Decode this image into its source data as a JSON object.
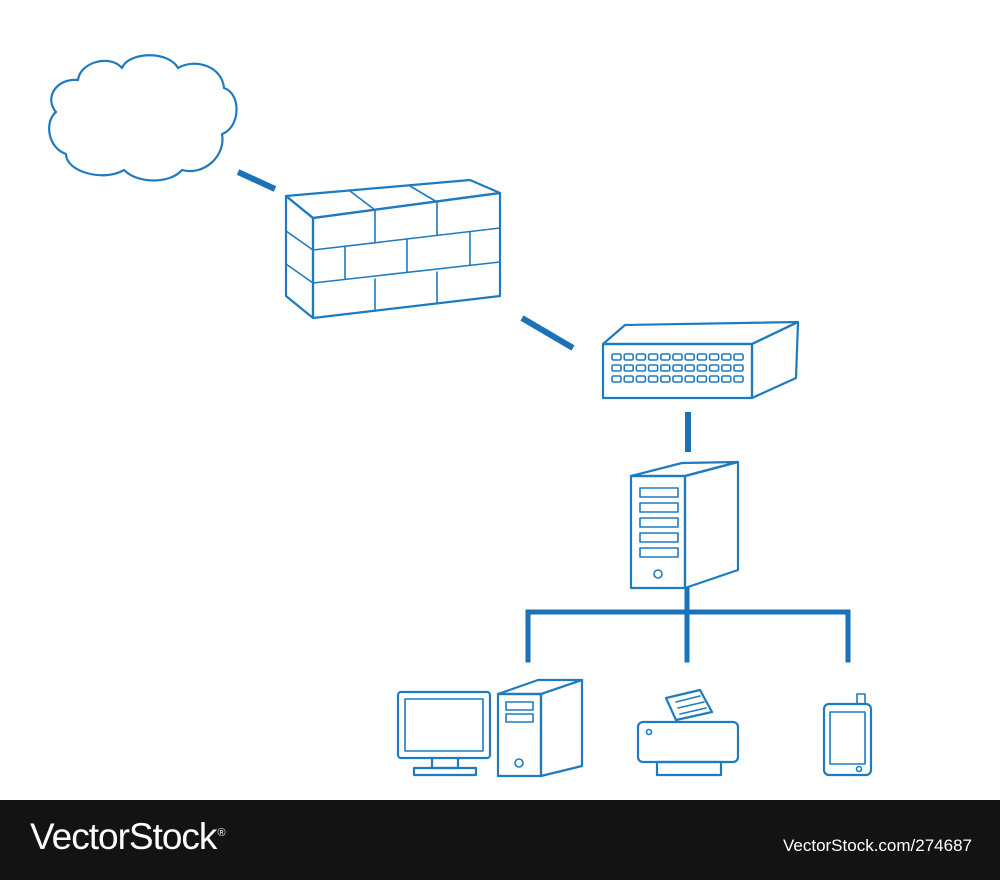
{
  "footer": {
    "brand": "VectorStock",
    "registered_mark": "®",
    "image_id": "VectorStock.com/274687"
  },
  "colors": {
    "sketch_stroke": "#1f7bc0",
    "connector": "#1a72b8",
    "footer_background": "#131313",
    "footer_text": "#ffffff"
  },
  "nodes": [
    {
      "id": "cloud",
      "icon": "cloud-icon"
    },
    {
      "id": "firewall",
      "icon": "brick-wall-icon"
    },
    {
      "id": "switch",
      "icon": "network-switch-icon"
    },
    {
      "id": "server",
      "icon": "server-tower-icon"
    },
    {
      "id": "workstation",
      "icon": "desktop-computer-icon"
    },
    {
      "id": "printer",
      "icon": "printer-icon"
    },
    {
      "id": "mobile",
      "icon": "mobile-device-icon"
    }
  ],
  "edges": [
    {
      "from": "cloud",
      "to": "firewall"
    },
    {
      "from": "firewall",
      "to": "switch"
    },
    {
      "from": "switch",
      "to": "server"
    },
    {
      "from": "server",
      "to": "workstation"
    },
    {
      "from": "server",
      "to": "printer"
    },
    {
      "from": "server",
      "to": "mobile"
    }
  ]
}
